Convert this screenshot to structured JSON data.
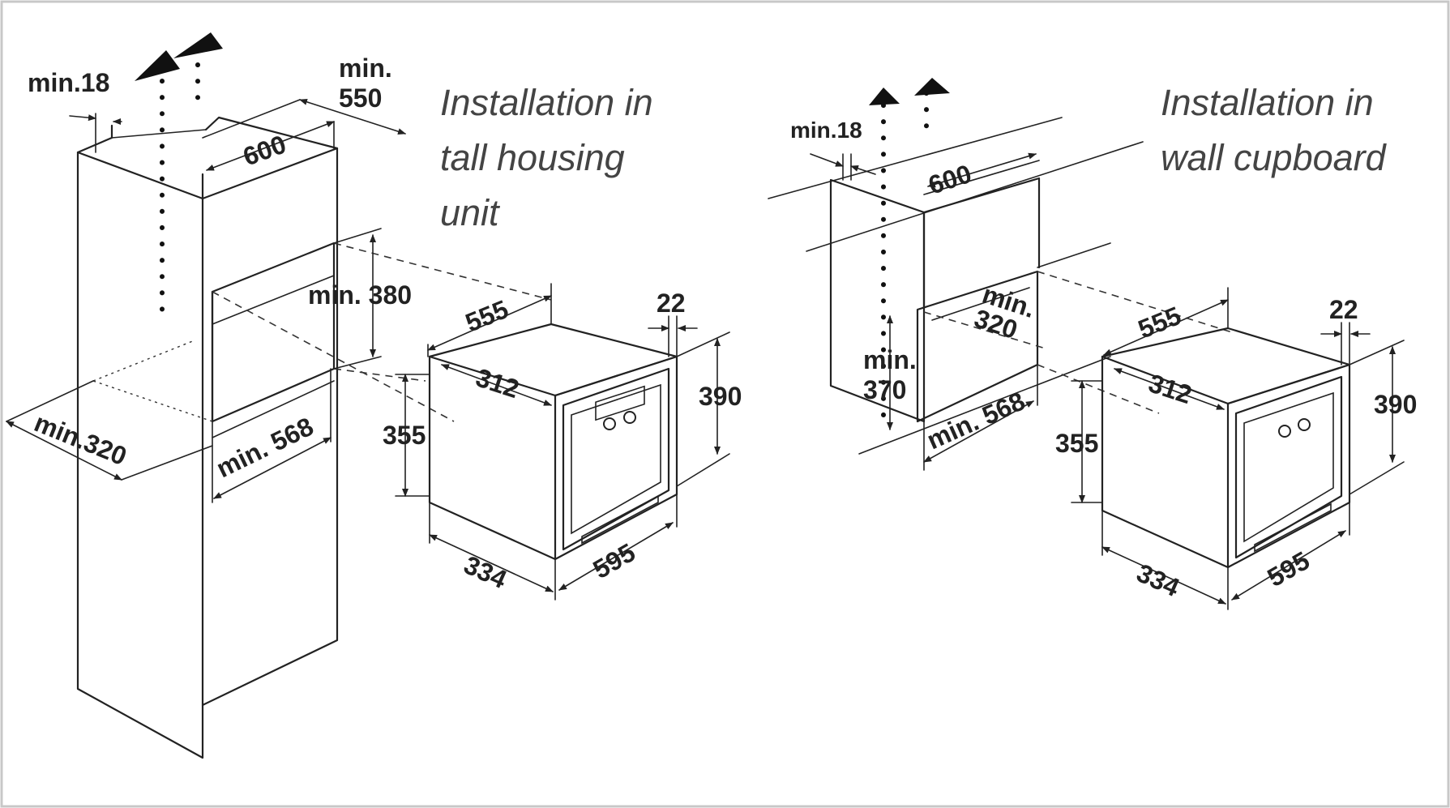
{
  "left_unit": {
    "title_lines": [
      "Installation in",
      "tall housing",
      "unit"
    ],
    "dims": {
      "min_18": "min.18",
      "min_550_a": "min.",
      "min_550_b": "550",
      "w600": "600",
      "min_380": "min. 380",
      "min_320": "min.320",
      "min_568": "min. 568"
    }
  },
  "right_unit": {
    "title_lines": [
      "Installation in",
      "wall cupboard"
    ],
    "dims": {
      "min_18": "min.18",
      "w600": "600",
      "min_320_a": "min.",
      "min_320_b": "320",
      "min_370_a": "min.",
      "min_370_b": "370",
      "min_568": "min. 568"
    }
  },
  "appliance": {
    "d555": "555",
    "d312": "312",
    "d22": "22",
    "d390": "390",
    "d355": "355",
    "d334": "334",
    "d595": "595"
  }
}
